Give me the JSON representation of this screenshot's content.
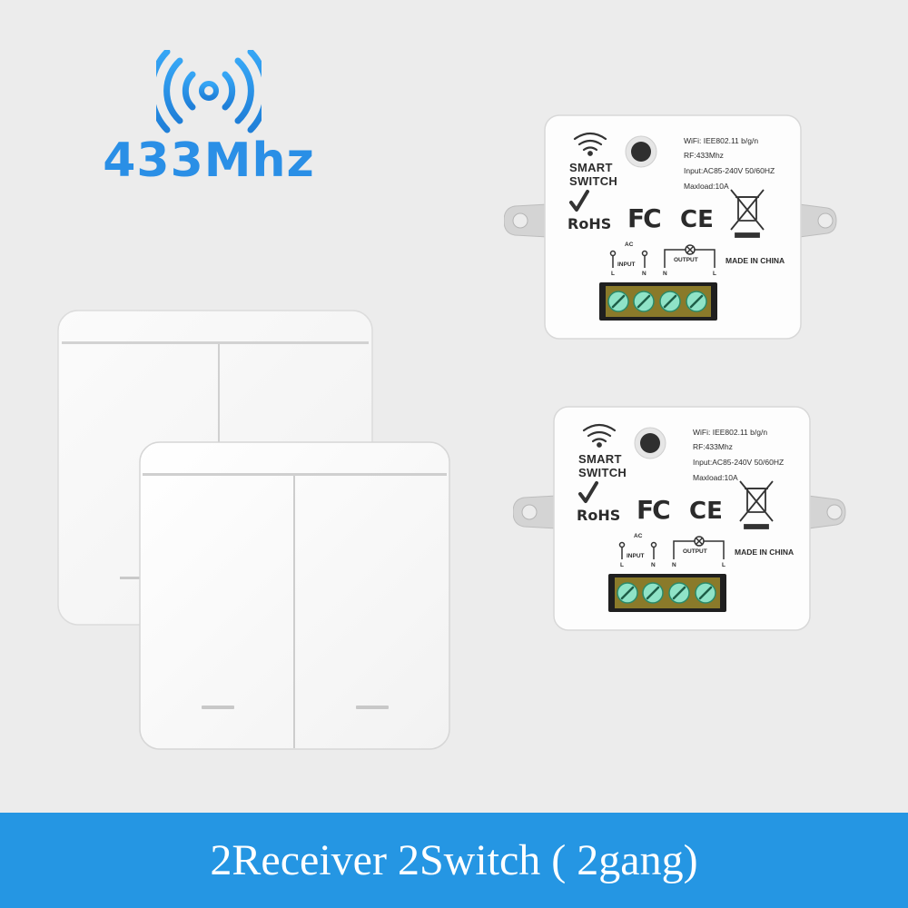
{
  "frequency": {
    "label": "433Mhz",
    "icon": "rf-signal-icon",
    "color": "#2a8fe6"
  },
  "receiver": {
    "brand_line1": "SMART",
    "brand_line2": "SWITCH",
    "spec_wifi": "WiFi: IEE802.11 b/g/n",
    "spec_rf": "RF:433Mhz",
    "spec_input": "Input:AC85-240V 50/60HZ",
    "spec_maxload": "Maxload:10A",
    "cert_rohs": "RoHS",
    "cert_fc": "FC",
    "cert_ce": "CE",
    "label_ac": "AC",
    "label_input": "INPUT",
    "label_output": "OUTPUT",
    "label_l": "L",
    "label_n": "N",
    "made_in": "MADE IN CHINA"
  },
  "banner": {
    "text": "2Receiver 2Switch ( 2gang)",
    "color": "#2596e3"
  }
}
